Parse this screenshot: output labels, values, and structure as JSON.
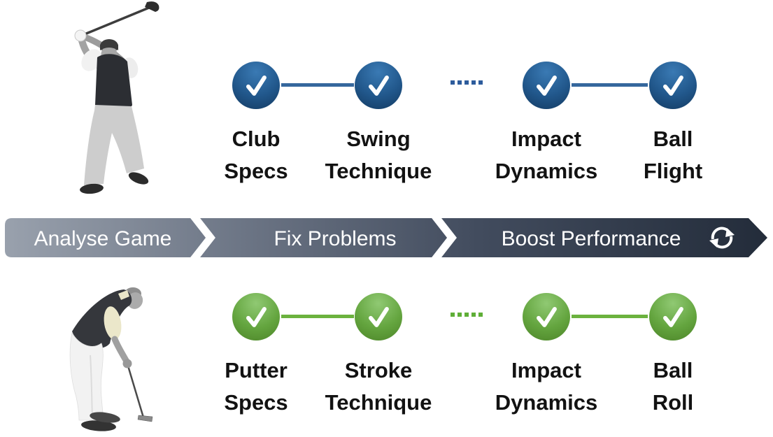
{
  "slide": {
    "description": "Golf game improvement process diagram",
    "background_color": "#ffffff"
  },
  "flows": {
    "swing": {
      "name": "full swing analysis flow",
      "accent_color": "#1c4a77",
      "connector_color": "#35679d",
      "steps": [
        {
          "line1": "Club",
          "line2": "Specs"
        },
        {
          "line1": "Swing",
          "line2": "Technique"
        },
        {
          "line1": "Impact",
          "line2": "Dynamics"
        },
        {
          "line1": "Ball",
          "line2": "Flight"
        }
      ]
    },
    "putt": {
      "name": "putting analysis flow",
      "accent_color": "#5a9b36",
      "connector_color": "#6bb23e",
      "steps": [
        {
          "line1": "Putter",
          "line2": "Specs"
        },
        {
          "line1": "Stroke",
          "line2": "Technique"
        },
        {
          "line1": "Impact",
          "line2": "Dynamics"
        },
        {
          "line1": "Ball",
          "line2": "Roll"
        }
      ]
    }
  },
  "banner": {
    "stages": [
      {
        "label": "Analyse Game"
      },
      {
        "label": "Fix Problems"
      },
      {
        "label": "Boost Performance"
      }
    ],
    "icon": "refresh-cycle-icon",
    "gradient_start": "#99a1ad",
    "gradient_end": "#232c3a",
    "text_color": "#ffffff"
  },
  "figures": {
    "swing_golfer": "golfer at top of backswing with club raised",
    "putt_golfer": "golfer bent over putting with putter"
  },
  "icons": {
    "checkmark": "checkmark-icon",
    "refresh": "refresh-cycle-icon"
  }
}
